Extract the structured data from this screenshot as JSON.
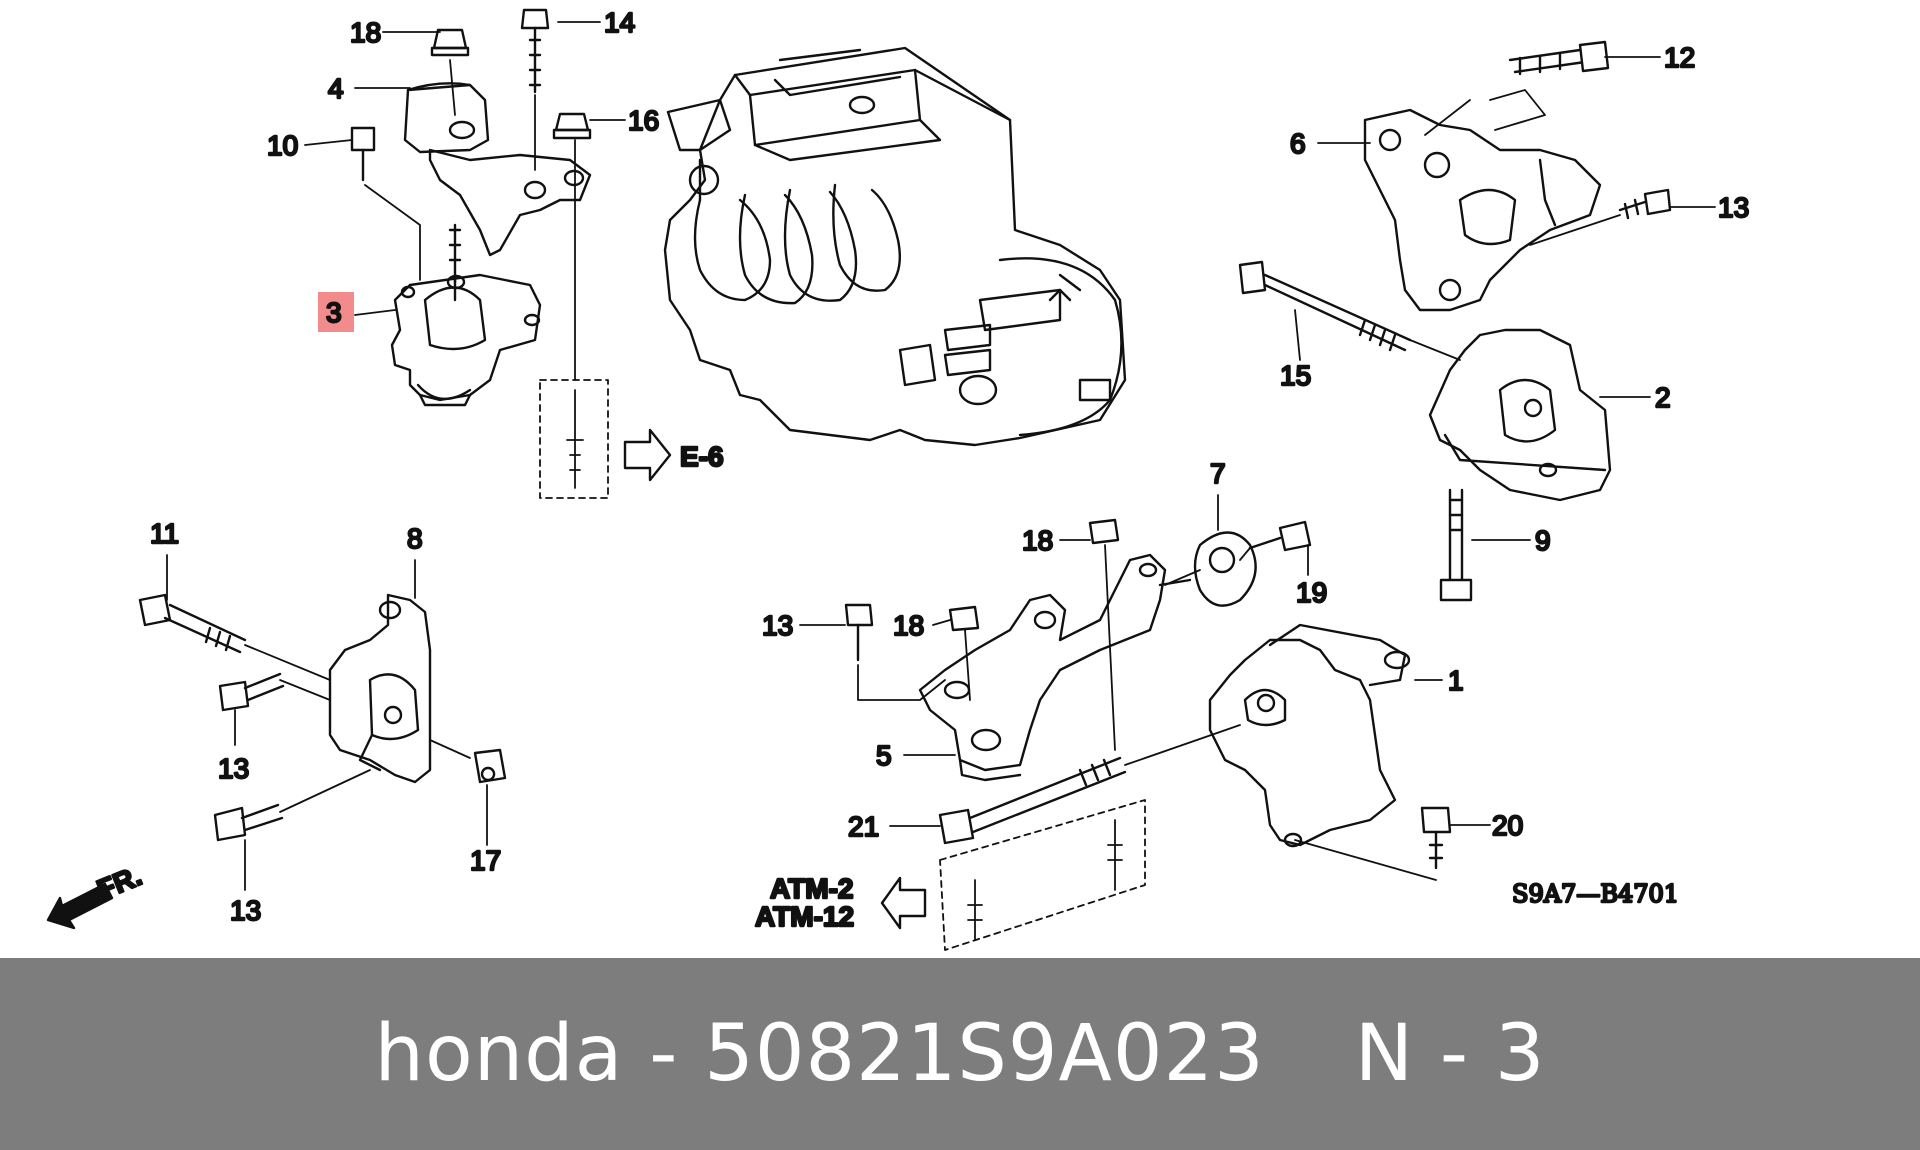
{
  "diagram": {
    "callouts": [
      {
        "id": "n1",
        "text": "1"
      },
      {
        "id": "n2",
        "text": "2"
      },
      {
        "id": "n3",
        "text": "3",
        "highlight": true
      },
      {
        "id": "n4",
        "text": "4"
      },
      {
        "id": "n5",
        "text": "5"
      },
      {
        "id": "n6",
        "text": "6"
      },
      {
        "id": "n7",
        "text": "7"
      },
      {
        "id": "n8",
        "text": "8"
      },
      {
        "id": "n9",
        "text": "9"
      },
      {
        "id": "n10",
        "text": "10"
      },
      {
        "id": "n11",
        "text": "11"
      },
      {
        "id": "n12",
        "text": "12"
      },
      {
        "id": "n13a",
        "text": "13"
      },
      {
        "id": "n13b",
        "text": "13"
      },
      {
        "id": "n13c",
        "text": "13"
      },
      {
        "id": "n13d",
        "text": "13"
      },
      {
        "id": "n14",
        "text": "14"
      },
      {
        "id": "n15",
        "text": "15"
      },
      {
        "id": "n16",
        "text": "16"
      },
      {
        "id": "n17",
        "text": "17"
      },
      {
        "id": "n18a",
        "text": "18"
      },
      {
        "id": "n18b",
        "text": "18"
      },
      {
        "id": "n18c",
        "text": "18"
      },
      {
        "id": "n19",
        "text": "19"
      },
      {
        "id": "n20",
        "text": "20"
      },
      {
        "id": "n21",
        "text": "21"
      }
    ],
    "references": {
      "e6": "E-6",
      "atm2": "ATM-2",
      "atm12": "ATM-12",
      "front": "FR."
    },
    "diagram_code": "S9A7—B4701",
    "highlight_color": "#f28b8b"
  },
  "footer": {
    "brand": "honda",
    "separator": "-",
    "part_number": "50821S9A023",
    "item_prefix": "N",
    "item_number": "3"
  }
}
